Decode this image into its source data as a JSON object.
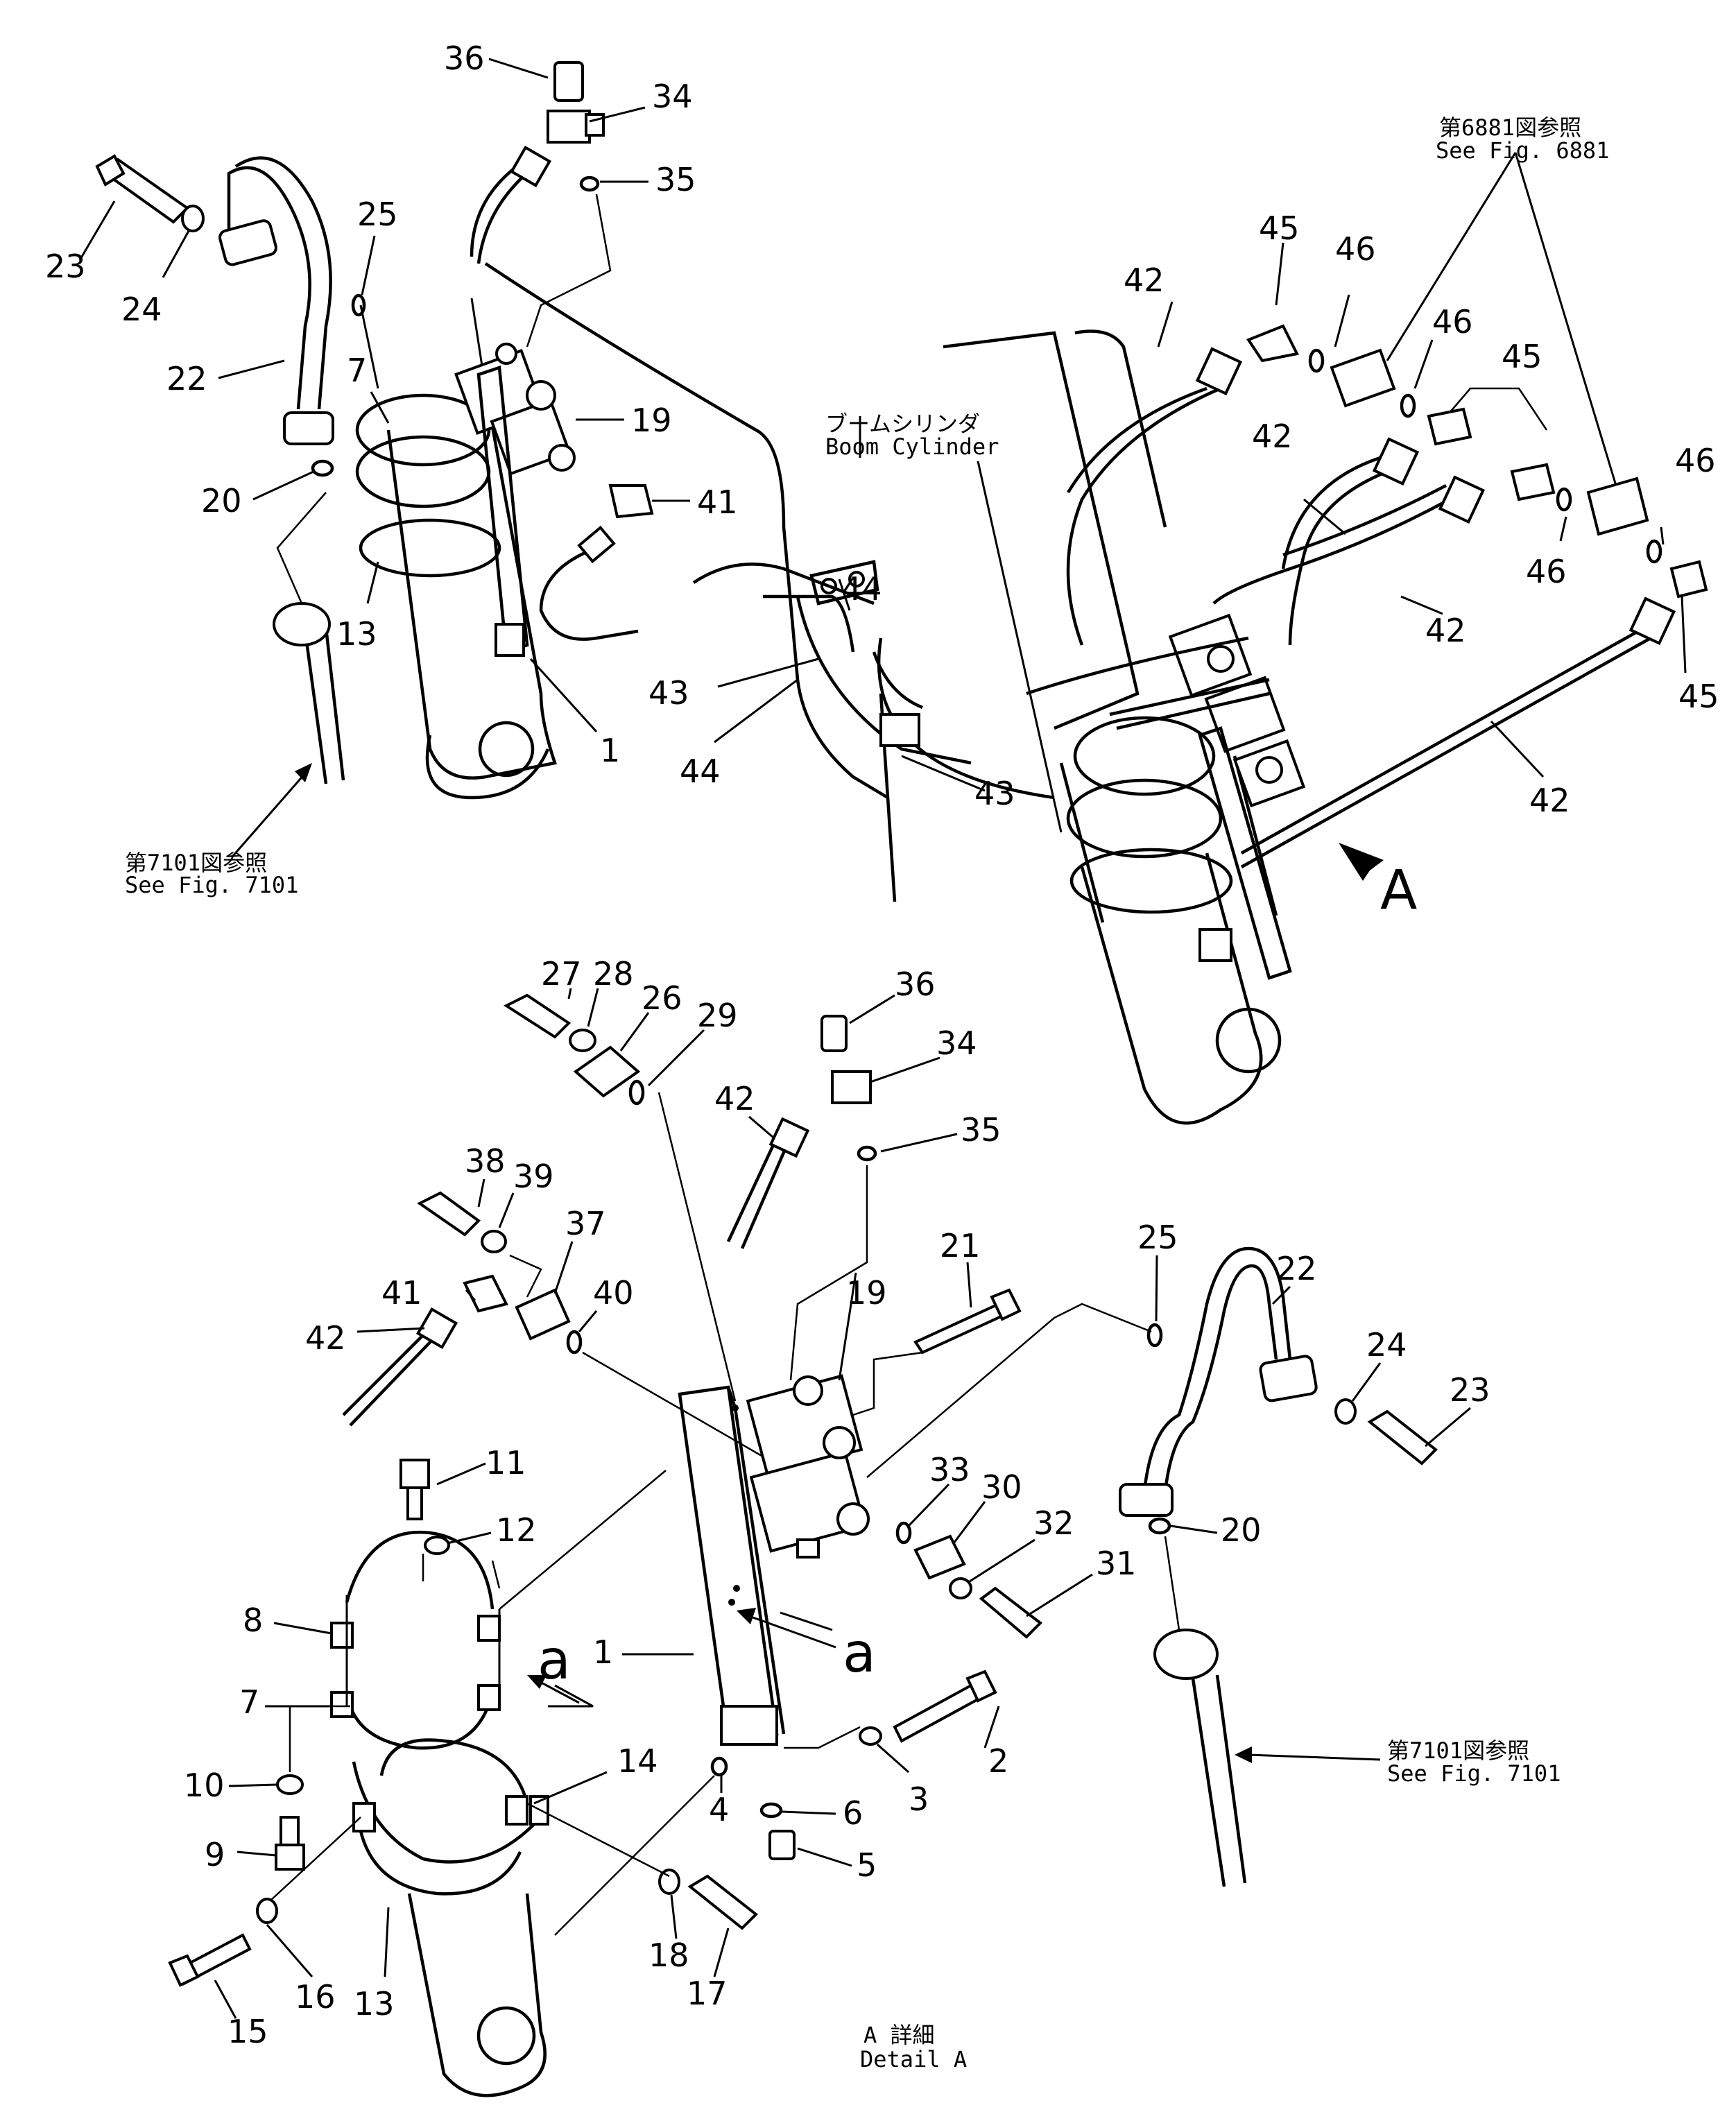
{
  "callouts": {
    "n1a": "1",
    "n7a": "7",
    "n13a": "13",
    "n19a": "19",
    "n20a": "20",
    "n22a": "22",
    "n23a": "23",
    "n24a": "24",
    "n25a": "25",
    "n34a": "34",
    "n35a": "35",
    "n36a": "36",
    "n41a": "41",
    "n42a": "42",
    "n42b": "42",
    "n42c": "42",
    "n42d": "42",
    "n43a": "43",
    "n43b": "43",
    "n44a": "44",
    "n44b": "44",
    "n45a": "45",
    "n45b": "45",
    "n45c": "45",
    "n46a": "46",
    "n46b": "46",
    "n46c": "46",
    "n46d": "46",
    "n27": "27",
    "n28": "28",
    "n26": "26",
    "n29": "29",
    "n36b": "36",
    "n34b": "34",
    "n42e": "42",
    "n35b": "35",
    "n38": "38",
    "n39": "39",
    "n37": "37",
    "n21": "21",
    "n25b": "25",
    "n22b": "22",
    "n41b": "41",
    "n40": "40",
    "n19b": "19",
    "n24b": "24",
    "n23b": "23",
    "n42f": "42",
    "n11": "11",
    "n12": "12",
    "n33": "33",
    "n30": "30",
    "n32": "32",
    "n31": "31",
    "n20b": "20",
    "n8": "8",
    "n1b": "1",
    "n7b": "7",
    "n14": "14",
    "n10": "10",
    "n2": "2",
    "n3": "3",
    "n6": "6",
    "n9": "9",
    "n4": "4",
    "n5": "5",
    "n18": "18",
    "n17": "17",
    "n16": "16",
    "n15": "15",
    "n13b": "13"
  },
  "letters": {
    "arrow_a": "A",
    "view_a_left": "a",
    "view_a_right": "a"
  },
  "notes": {
    "fig6881_jp": "第6881図参照",
    "fig6881_en": "See Fig. 6881",
    "boom_jp": "ブームシリンダ",
    "boom_en": "Boom Cylinder",
    "fig7101_left_jp": "第7101図参照",
    "fig7101_left_en": "See Fig. 7101",
    "fig7101_right_jp": "第7101図参照",
    "fig7101_right_en": "See Fig. 7101",
    "detail_jp": "A 詳細",
    "detail_en": "Detail A"
  }
}
